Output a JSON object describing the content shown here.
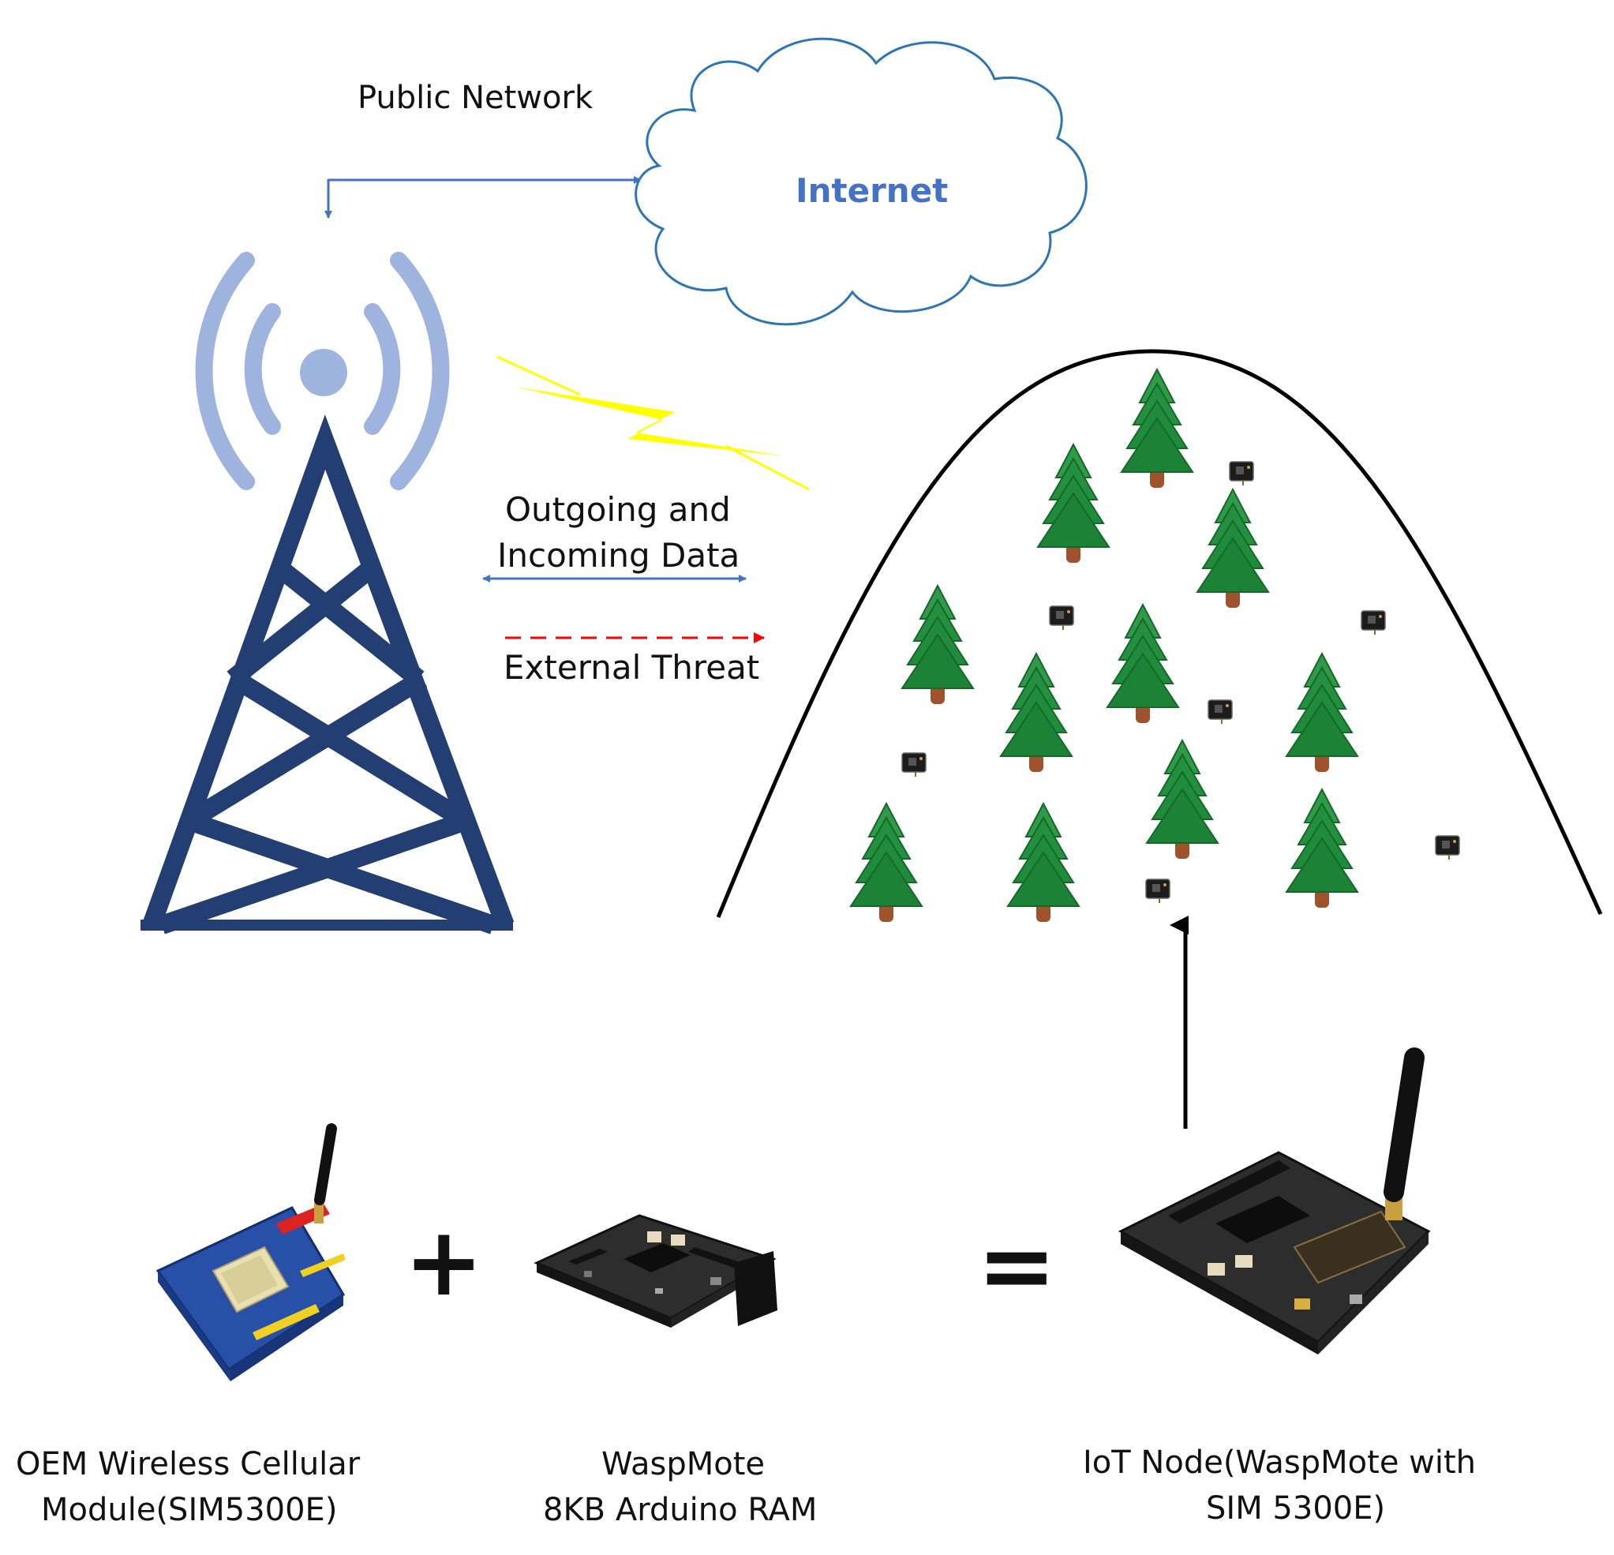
{
  "labels": {
    "public_network": "Public Network",
    "internet": "Internet",
    "data_line1": "Outgoing and",
    "data_line2": "Incoming Data",
    "external_threat": "External Threat",
    "plus": "+",
    "equals": "=",
    "module_line1": "OEM Wireless Cellular",
    "module_line2": "Module(SIM5300E)",
    "waspmote_line1": "WaspMote",
    "waspmote_line2": "8KB Arduino RAM",
    "node_line1": "IoT Node(WaspMote with",
    "node_line2": "SIM 5300E)"
  },
  "colors": {
    "tower": "#233e72",
    "signal": "#9eb4de",
    "link_arrow": "#4472c4",
    "threat_arrow": "#ff0000",
    "lightning": "#ffff00",
    "tree": "#1f8c3b",
    "trunk": "#a0522d",
    "hill": "#000000"
  },
  "icons": {
    "tower": "cell-tower-icon",
    "cloud": "cloud-icon",
    "lightning": "lightning-bolt-icon",
    "tree": "pine-tree-icon",
    "sensor": "sensor-node-icon",
    "module": "cellular-module-board-icon",
    "waspmote": "waspmote-board-icon",
    "iot_node": "iot-node-board-icon"
  }
}
